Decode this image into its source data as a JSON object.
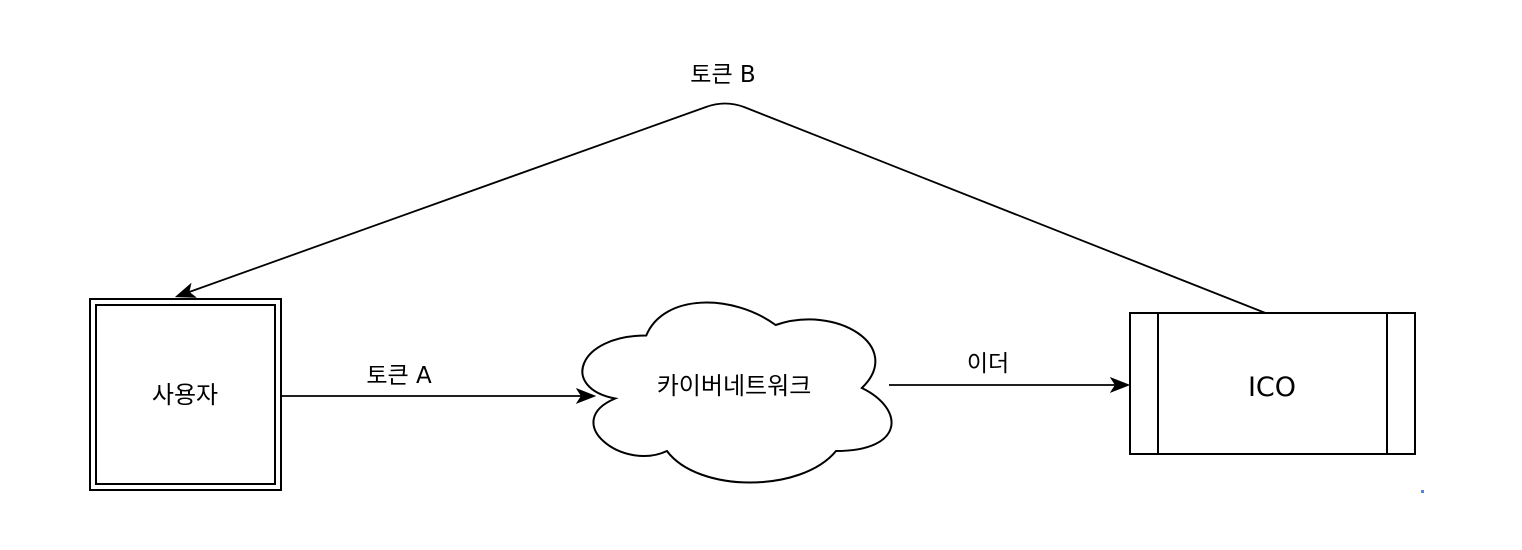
{
  "nodes": {
    "user": {
      "label": "사용자",
      "shape": "double-bordered-square"
    },
    "network": {
      "label": "카이버네트워크",
      "shape": "cloud"
    },
    "ico": {
      "label": "ICO",
      "shape": "process-rectangle"
    }
  },
  "edges": {
    "token_a": {
      "label": "토큰 A",
      "from": "사용자",
      "to": "카이버네트워크",
      "direction": "left-to-right"
    },
    "ether": {
      "label": "이더",
      "from": "카이버네트워크",
      "to": "ICO",
      "direction": "left-to-right"
    },
    "token_b": {
      "label": "토큰 B",
      "from": "ICO",
      "to": "사용자",
      "direction": "right-to-left-over-top"
    }
  },
  "colors": {
    "stroke": "#000000",
    "canvas_background": "#ffffff",
    "artifact_dot": "#4a86e8"
  }
}
